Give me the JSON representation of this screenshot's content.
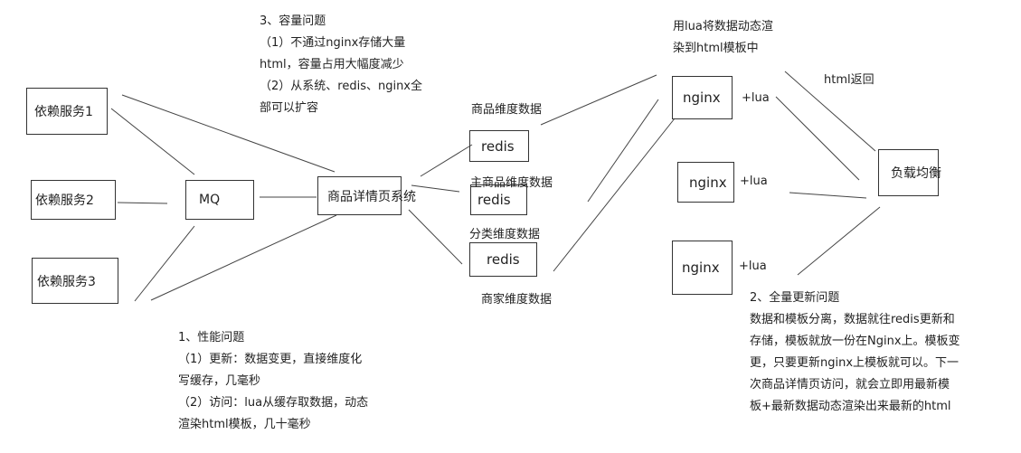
{
  "nodes": {
    "dep1": "依赖服务1",
    "dep2": "依赖服务2",
    "dep3": "依赖服务3",
    "mq": "MQ",
    "detail": "商品详情页系统",
    "redis1": "redis",
    "redis2": "redis",
    "redis3": "redis",
    "nginx1": "nginx",
    "nginx2": "nginx",
    "nginx3": "nginx",
    "lb": "负载均衡"
  },
  "labels": {
    "product_dim": "商品维度数据",
    "main_product_dim": "主商品维度数据",
    "category_dim": "分类维度数据",
    "merchant_dim": "商家维度数据",
    "lua1": "+lua",
    "lua2": "+lua",
    "lua3": "+lua",
    "html_return": "html返回",
    "lua_render": [
      "用lua将数据动态渲",
      "染到html模板中"
    ]
  },
  "notes": {
    "capacity": [
      "3、容量问题",
      "（1）不通过nginx存储大量",
      "html，容量占用大幅度减少",
      "（2）从系统、redis、nginx全",
      "部可以扩容"
    ],
    "performance": [
      "1、性能问题",
      "（1）更新：数据变更，直接维度化",
      "写缓存，几毫秒",
      "（2）访问：lua从缓存取数据，动态",
      "渲染html模板，几十毫秒"
    ],
    "full_update": [
      "2、全量更新问题",
      "数据和模板分离，数据就往redis更新和",
      "存储，模板就放一份在Nginx上。模板变",
      "更，只要更新nginx上模板就可以。下一",
      "次商品详情页访问，就会立即用最新模",
      "板+最新数据动态渲染出来最新的html"
    ]
  }
}
